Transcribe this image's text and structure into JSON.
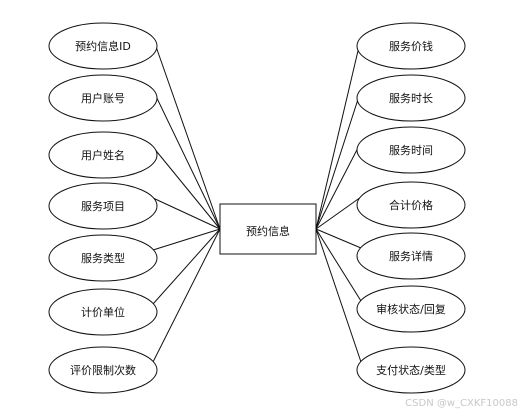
{
  "entity": {
    "label": "预约信息"
  },
  "attributes_left": [
    {
      "label": "预约信息ID"
    },
    {
      "label": "用户账号"
    },
    {
      "label": "用户姓名"
    },
    {
      "label": "服务项目"
    },
    {
      "label": "服务类型"
    },
    {
      "label": "计价单位"
    },
    {
      "label": "评价限制次数"
    }
  ],
  "attributes_right": [
    {
      "label": "服务价钱"
    },
    {
      "label": "服务时长"
    },
    {
      "label": "服务时间"
    },
    {
      "label": "合计价格"
    },
    {
      "label": "服务详情"
    },
    {
      "label": "审核状态/回复"
    },
    {
      "label": "支付状态/类型"
    }
  ],
  "watermark": "CSDN @w_CXKF10088"
}
